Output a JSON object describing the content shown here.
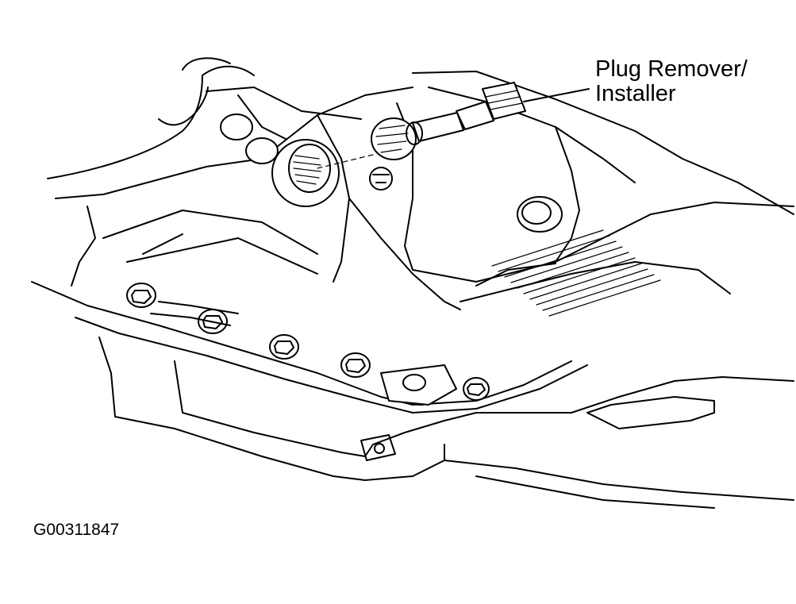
{
  "callout": {
    "line1": "Plug Remover/",
    "line2": "Installer"
  },
  "figure_id": "G00311847",
  "colors": {
    "ink": "#000000",
    "paper": "#ffffff"
  }
}
